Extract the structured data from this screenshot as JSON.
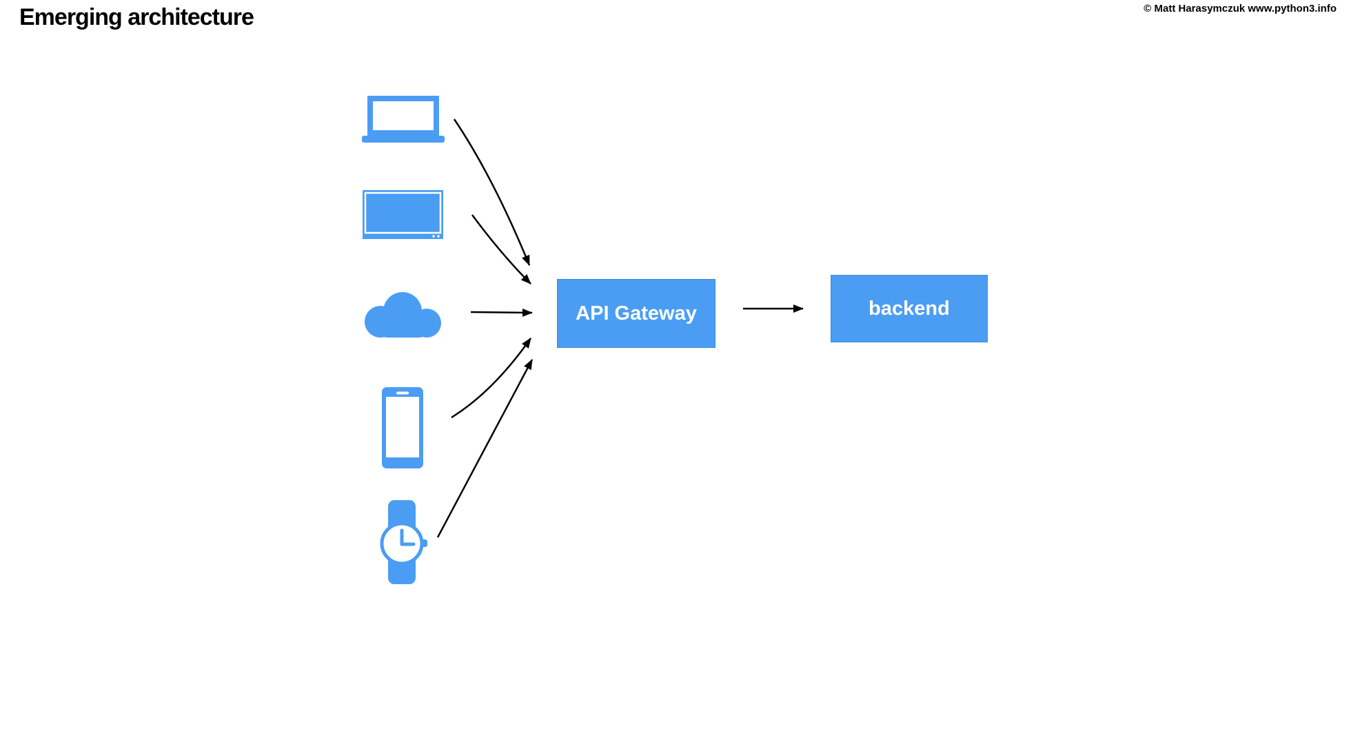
{
  "slide": {
    "title": "Emerging architecture",
    "copyright": "© Matt Harasymczuk www.python3.info"
  },
  "colors": {
    "accent_blue": "#4A9DF3",
    "arrow_black": "#000000",
    "box_text_white": "#FFFFFF",
    "background": "#FFFFFF",
    "title_text": "#000000"
  },
  "diagram": {
    "clients": [
      {
        "id": "laptop",
        "icon": "laptop-icon"
      },
      {
        "id": "tv",
        "icon": "tv-icon"
      },
      {
        "id": "cloud",
        "icon": "cloud-icon"
      },
      {
        "id": "smartphone",
        "icon": "smartphone-icon"
      },
      {
        "id": "smartwatch",
        "icon": "smartwatch-icon"
      }
    ],
    "nodes": [
      {
        "id": "api-gateway",
        "label": "API Gateway"
      },
      {
        "id": "backend",
        "label": "backend"
      }
    ],
    "edges": [
      {
        "from": "laptop",
        "to": "api-gateway"
      },
      {
        "from": "tv",
        "to": "api-gateway"
      },
      {
        "from": "cloud",
        "to": "api-gateway"
      },
      {
        "from": "smartphone",
        "to": "api-gateway"
      },
      {
        "from": "smartwatch",
        "to": "api-gateway"
      },
      {
        "from": "api-gateway",
        "to": "backend"
      }
    ]
  }
}
